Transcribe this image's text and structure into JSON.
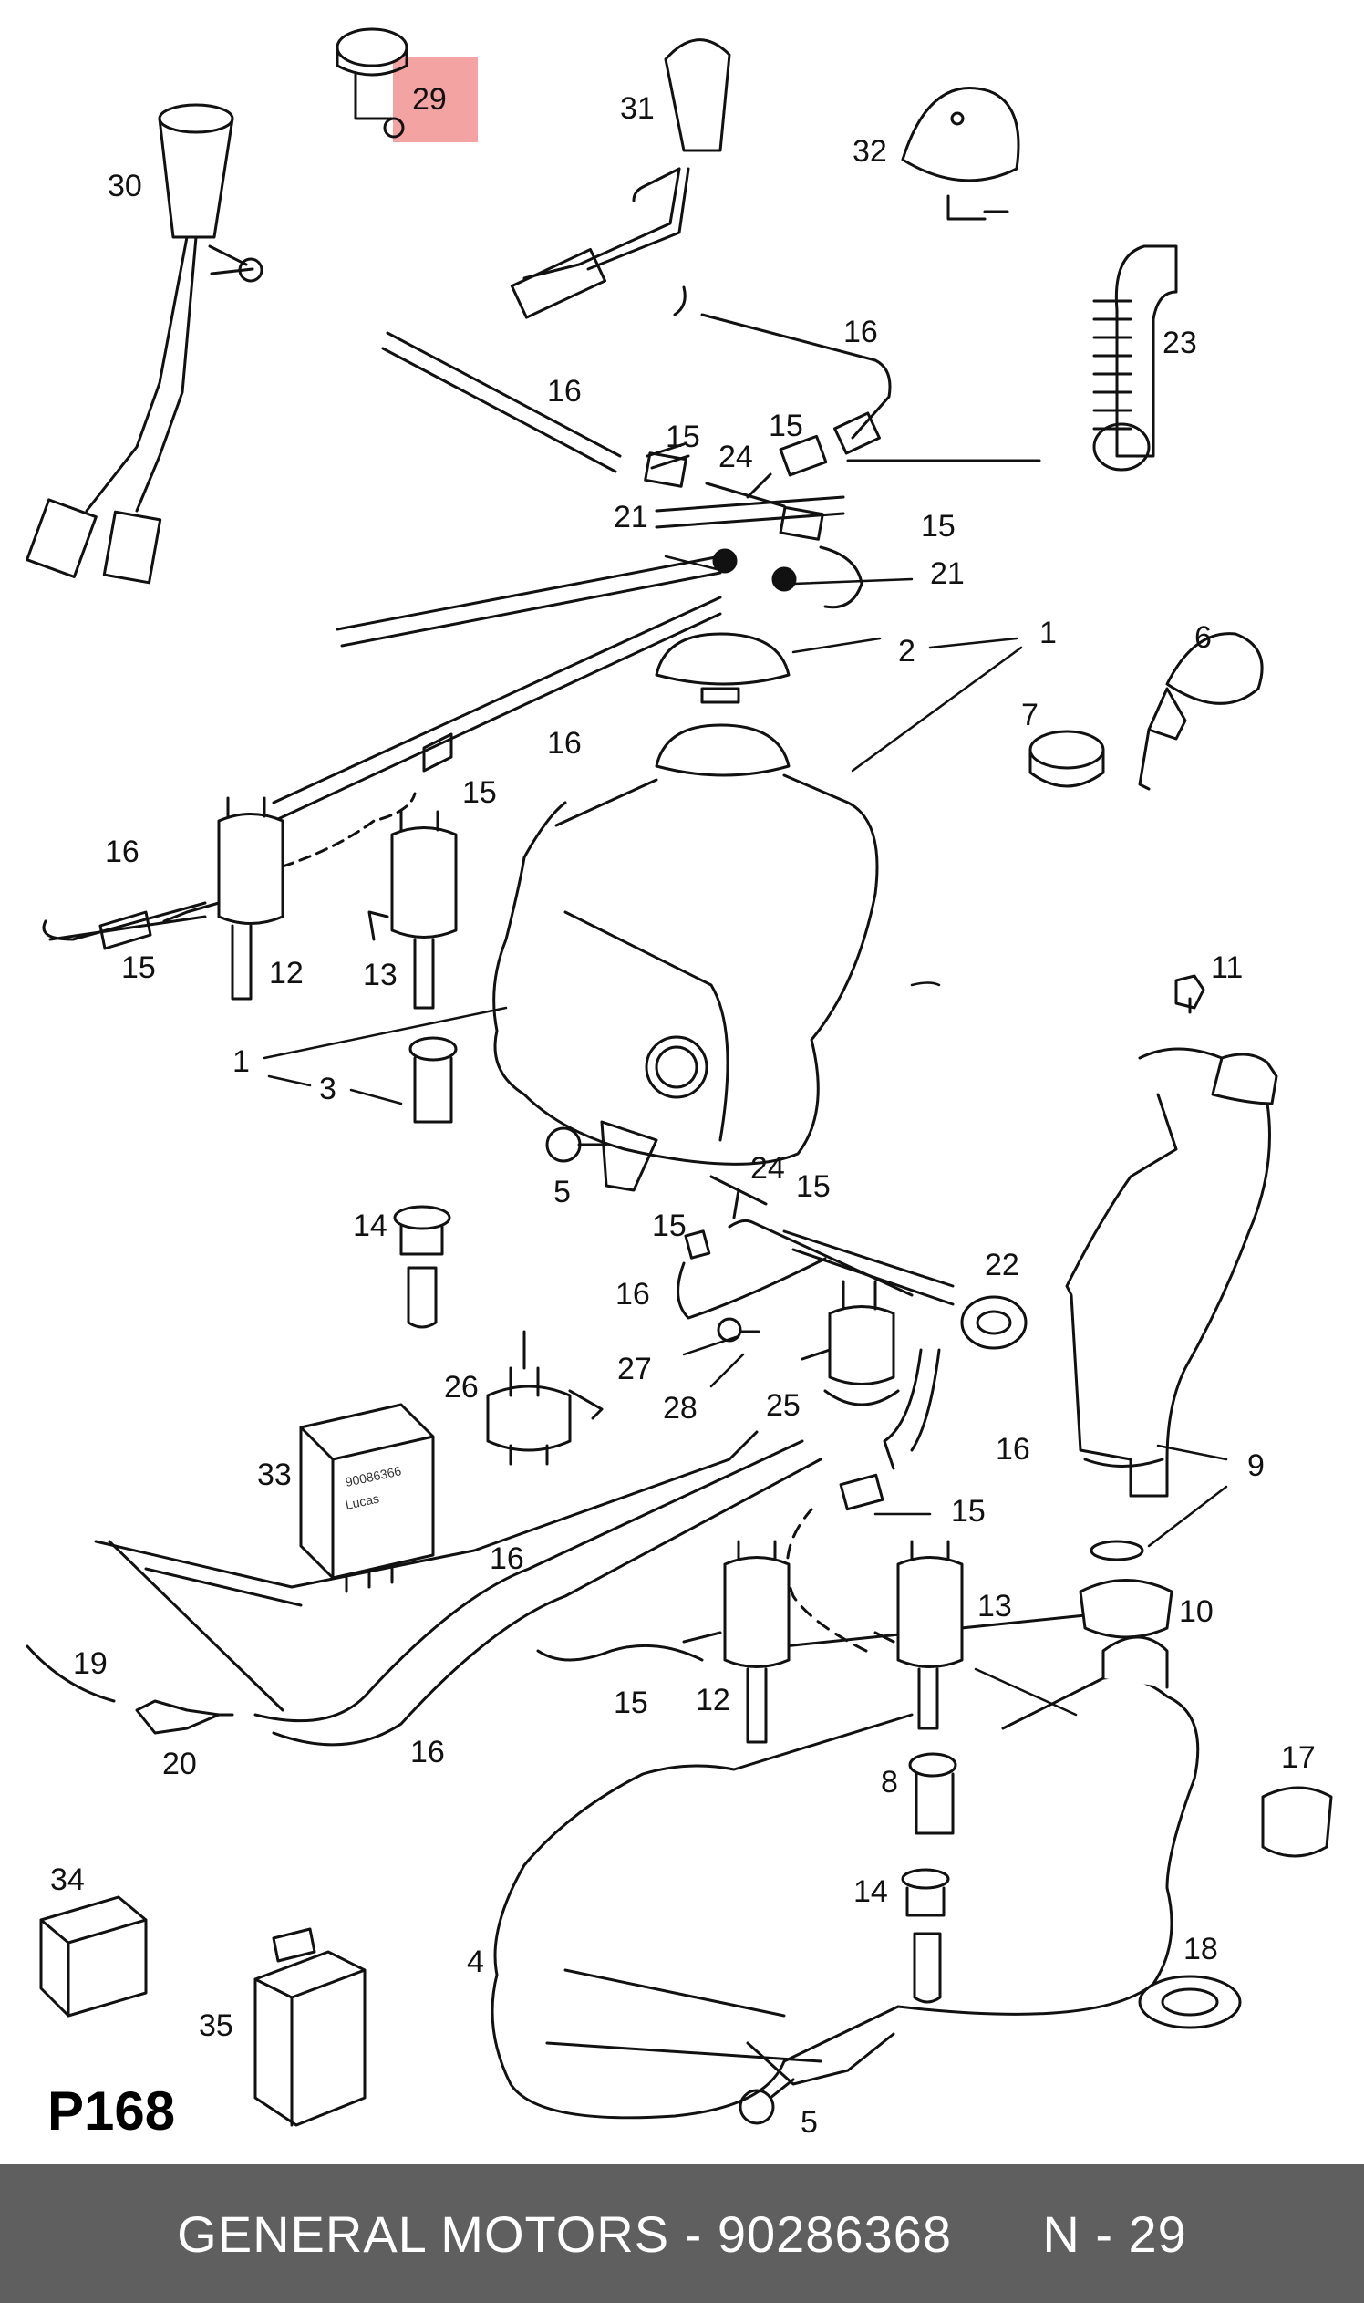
{
  "diagram": {
    "page_code": "P168",
    "highlight_color": "#f4a3a3",
    "labels": [
      {
        "id": "l29",
        "text": "29"
      },
      {
        "id": "l30",
        "text": "30"
      },
      {
        "id": "l31",
        "text": "31"
      },
      {
        "id": "l32",
        "text": "32"
      },
      {
        "id": "l23",
        "text": "23"
      },
      {
        "id": "l16a",
        "text": "16"
      },
      {
        "id": "l16b",
        "text": "16"
      },
      {
        "id": "l15a",
        "text": "15"
      },
      {
        "id": "l15b",
        "text": "15"
      },
      {
        "id": "l24a",
        "text": "24"
      },
      {
        "id": "l15c",
        "text": "15"
      },
      {
        "id": "l21a",
        "text": "21"
      },
      {
        "id": "l21b",
        "text": "21"
      },
      {
        "id": "l2",
        "text": "2"
      },
      {
        "id": "l1a",
        "text": "1"
      },
      {
        "id": "l6",
        "text": "6"
      },
      {
        "id": "l7",
        "text": "7"
      },
      {
        "id": "l16c",
        "text": "16"
      },
      {
        "id": "l15d",
        "text": "15"
      },
      {
        "id": "l16d",
        "text": "16"
      },
      {
        "id": "l15e",
        "text": "15"
      },
      {
        "id": "l12a",
        "text": "12"
      },
      {
        "id": "l13a",
        "text": "13"
      },
      {
        "id": "l11",
        "text": "11"
      },
      {
        "id": "l1b",
        "text": "1"
      },
      {
        "id": "l3",
        "text": "3"
      },
      {
        "id": "l5a",
        "text": "5"
      },
      {
        "id": "l24b",
        "text": "24"
      },
      {
        "id": "l15f",
        "text": "15"
      },
      {
        "id": "l15g",
        "text": "15"
      },
      {
        "id": "l14a",
        "text": "14"
      },
      {
        "id": "l22",
        "text": "22"
      },
      {
        "id": "l16e",
        "text": "16"
      },
      {
        "id": "l27",
        "text": "27"
      },
      {
        "id": "l26",
        "text": "26"
      },
      {
        "id": "l28",
        "text": "28"
      },
      {
        "id": "l25",
        "text": "25"
      },
      {
        "id": "l16f",
        "text": "16"
      },
      {
        "id": "l9",
        "text": "9"
      },
      {
        "id": "l33",
        "text": "33"
      },
      {
        "id": "l15h",
        "text": "15"
      },
      {
        "id": "l16g",
        "text": "16"
      },
      {
        "id": "l13b",
        "text": "13"
      },
      {
        "id": "l10",
        "text": "10"
      },
      {
        "id": "l19",
        "text": "19"
      },
      {
        "id": "l15i",
        "text": "15"
      },
      {
        "id": "l12b",
        "text": "12"
      },
      {
        "id": "l20",
        "text": "20"
      },
      {
        "id": "l16h",
        "text": "16"
      },
      {
        "id": "l17",
        "text": "17"
      },
      {
        "id": "l8",
        "text": "8"
      },
      {
        "id": "l34",
        "text": "34"
      },
      {
        "id": "l14b",
        "text": "14"
      },
      {
        "id": "l4",
        "text": "4"
      },
      {
        "id": "l18",
        "text": "18"
      },
      {
        "id": "l35",
        "text": "35"
      },
      {
        "id": "l5b",
        "text": "5"
      }
    ],
    "relay_33_text": [
      "90086366",
      "Lucas"
    ]
  },
  "footer": {
    "brand": "GENERAL MOTORS",
    "separator": " - ",
    "part_number": "90286368",
    "position": "N - 29",
    "background": "#5f5f5f"
  }
}
